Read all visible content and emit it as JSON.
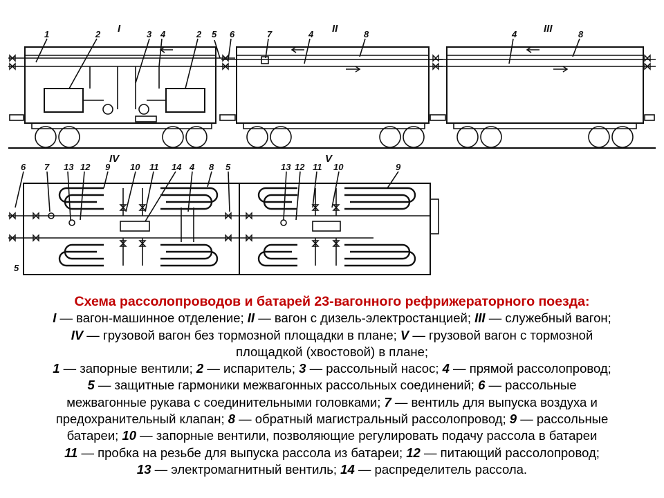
{
  "diagram": {
    "section_labels": [
      "I",
      "II",
      "III",
      "IV",
      "V"
    ],
    "callouts_top": [
      "1",
      "2",
      "3",
      "4",
      "2",
      "5",
      "6",
      "7",
      "4",
      "8",
      "4",
      "8"
    ],
    "callouts_bottom": [
      "6",
      "7",
      "13",
      "12",
      "9",
      "10",
      "11",
      "14",
      "4",
      "8",
      "5",
      "13",
      "12",
      "11",
      "10",
      "9"
    ],
    "side_label": "5"
  },
  "caption": {
    "title": "Схема рассолопроводов и батарей 23-вагонного рефрижераторного   поезда:",
    "line1": [
      {
        "k": "I",
        "t": " — вагон-машинное отделение; "
      },
      {
        "k": "II",
        "t": " — вагон с дизель-электростанцией; "
      },
      {
        "k": "III",
        "t": " — служебный вагон;"
      }
    ],
    "line2": [
      {
        "k": "IV",
        "t": " — грузовой вагон без тормозной площадки в плане; "
      },
      {
        "k": "V",
        "t": " — грузовой вагон с тормозной"
      }
    ],
    "line3": "площадкой (хвостовой) в плане;",
    "line4": [
      {
        "k": "1",
        "t": " — запорные вентили; "
      },
      {
        "k": "2",
        "t": " — испаритель; "
      },
      {
        "k": "3",
        "t": " — рассольный насос; "
      },
      {
        "k": "4",
        "t": " — прямой рассолопровод;"
      }
    ],
    "line5": [
      {
        "k": "5",
        "t": " — защитные гармоники межвагонных рассольных соединений; "
      },
      {
        "k": "6",
        "t": " — рассольные"
      }
    ],
    "line6": [
      {
        "k": "",
        "t": "межвагонные рукава с соединительными головками; "
      },
      {
        "k": "7",
        "t": " — вентиль для выпуска воздуха и"
      }
    ],
    "line7": [
      {
        "k": "",
        "t": "предохранительный клапан; "
      },
      {
        "k": "8",
        "t": " — обратный магистральный рассолопровод; "
      },
      {
        "k": "9",
        "t": " — рассольные"
      }
    ],
    "line8": [
      {
        "k": "",
        "t": "батареи; "
      },
      {
        "k": "10",
        "t": " — запорные вентили, позволяющие регулировать подачу рассола в батареи"
      }
    ],
    "line9": [
      {
        "k": "11",
        "t": " — пробка на резьбе для выпуска рассола из батареи; "
      },
      {
        "k": "12",
        "t": " — питающий рассолопровод;"
      }
    ],
    "line10": [
      {
        "k": "13",
        "t": " — электромагнитный  вентиль; "
      },
      {
        "k": "14",
        "t": " — распределитель рассола."
      }
    ]
  }
}
